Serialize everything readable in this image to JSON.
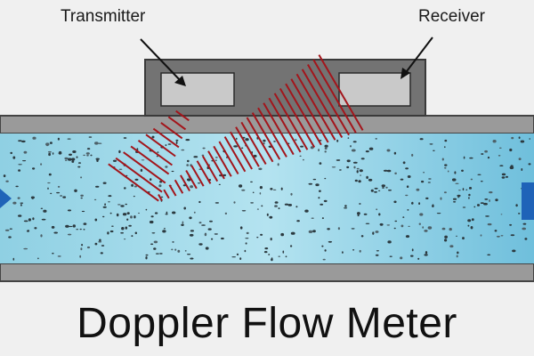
{
  "title": "Doppler Flow Meter",
  "labels": {
    "transmitter": "Transmitter",
    "receiver": "Receiver"
  },
  "colors": {
    "background": "#f0f0f0",
    "pipe_wall": "#9a9a9a",
    "fluid": "#8fd0e3",
    "wave": "#a3151b",
    "flow_arrow": "#1f63b8",
    "housing": "#737373",
    "sensor": "#c9c9c9"
  },
  "icons": {
    "inlet": "flow-arrow-icon",
    "outlet": "flow-arrow-icon"
  }
}
